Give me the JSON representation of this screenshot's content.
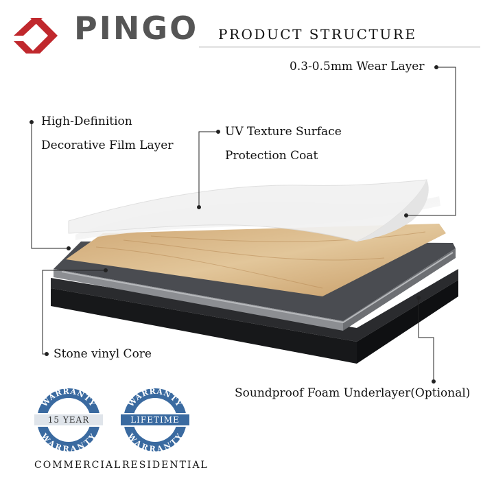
{
  "brand": {
    "name": "PINGO",
    "logo_color": "#c0282d"
  },
  "header": {
    "title": "PRODUCT STRUCTURE"
  },
  "layers": {
    "wear_layer": "0.3-0.5mm Wear Layer",
    "film_layer_line1": "High-Definition",
    "film_layer_line2": "Decorative Film Layer",
    "uv_coat_line1": "UV Texture Surface",
    "uv_coat_line2": "Protection Coat",
    "core": "Stone vinyl Core",
    "underlayer": "Soundproof Foam Underlayer(Optional)"
  },
  "warranties": [
    {
      "top": "WARRANTY",
      "middle": "15 YEAR",
      "bottom": "WARRANTY",
      "caption": "COMMERCIAL",
      "color": "#3a6aa0"
    },
    {
      "top": "WARRANTY",
      "middle": "LIFETIME",
      "bottom": "WARRANTY",
      "caption": "RESIDENTIAL",
      "color": "#3a6aa0"
    }
  ],
  "colors": {
    "wood": "#d9b98c",
    "core": "#4b4d52",
    "foam": "#1e1f22",
    "edge": "#9b9da1"
  }
}
